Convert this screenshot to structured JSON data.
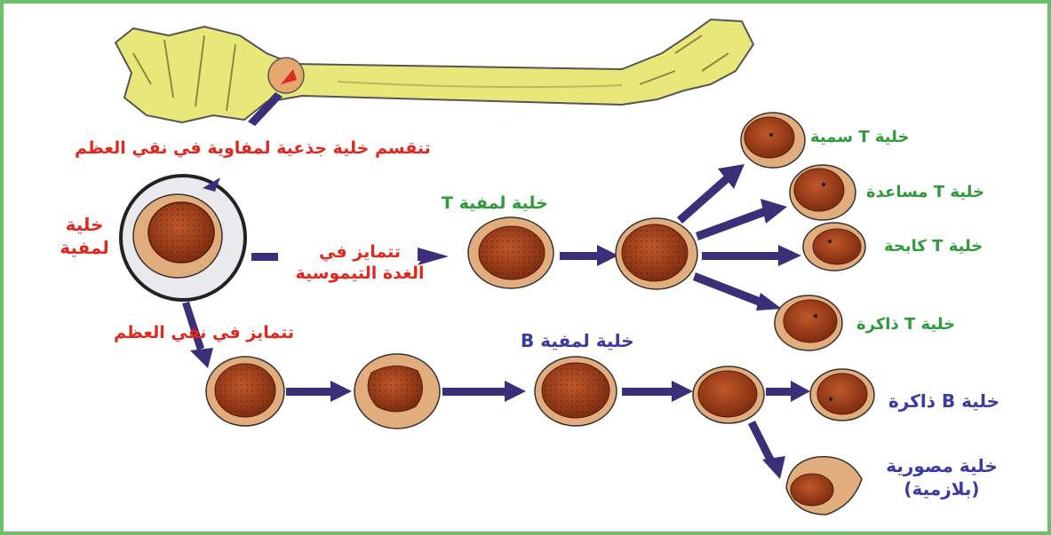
{
  "labels": {
    "stem_cell_division": "تنقسم خلية جذعية لمفاوية في نقي العظم",
    "lymph_cell_line1": "خلية",
    "lymph_cell_line2": "لمفية",
    "thymus_diff_line1": "تتمايز في",
    "thymus_diff_line2": "الغدة التيموسية",
    "marrow_diff": "تتمايز في نقي العظم",
    "t_lymph": "خلية لمفية T",
    "b_lymph": "خلية لمفية B",
    "t_toxic": "خلية T سمية",
    "t_helper": "خلية T مساعدة",
    "t_killer": "خلية T كابحة",
    "t_memory": "خلية T ذاكرة",
    "b_memory": "خلية B ذاكرة",
    "plasma_line1": "خلية مصورية",
    "plasma_line2": "(بلازمية)"
  },
  "colors": {
    "border": "#6dbf6a",
    "red_text": "#e0281e",
    "green_text": "#2e9a3a",
    "blue_text": "#3a3aa0",
    "arrow": "#3b2f7a",
    "bone": "#e8e87a",
    "cell_outer": "#e2ad7c",
    "cell_nucleus": "#9a3a16"
  }
}
